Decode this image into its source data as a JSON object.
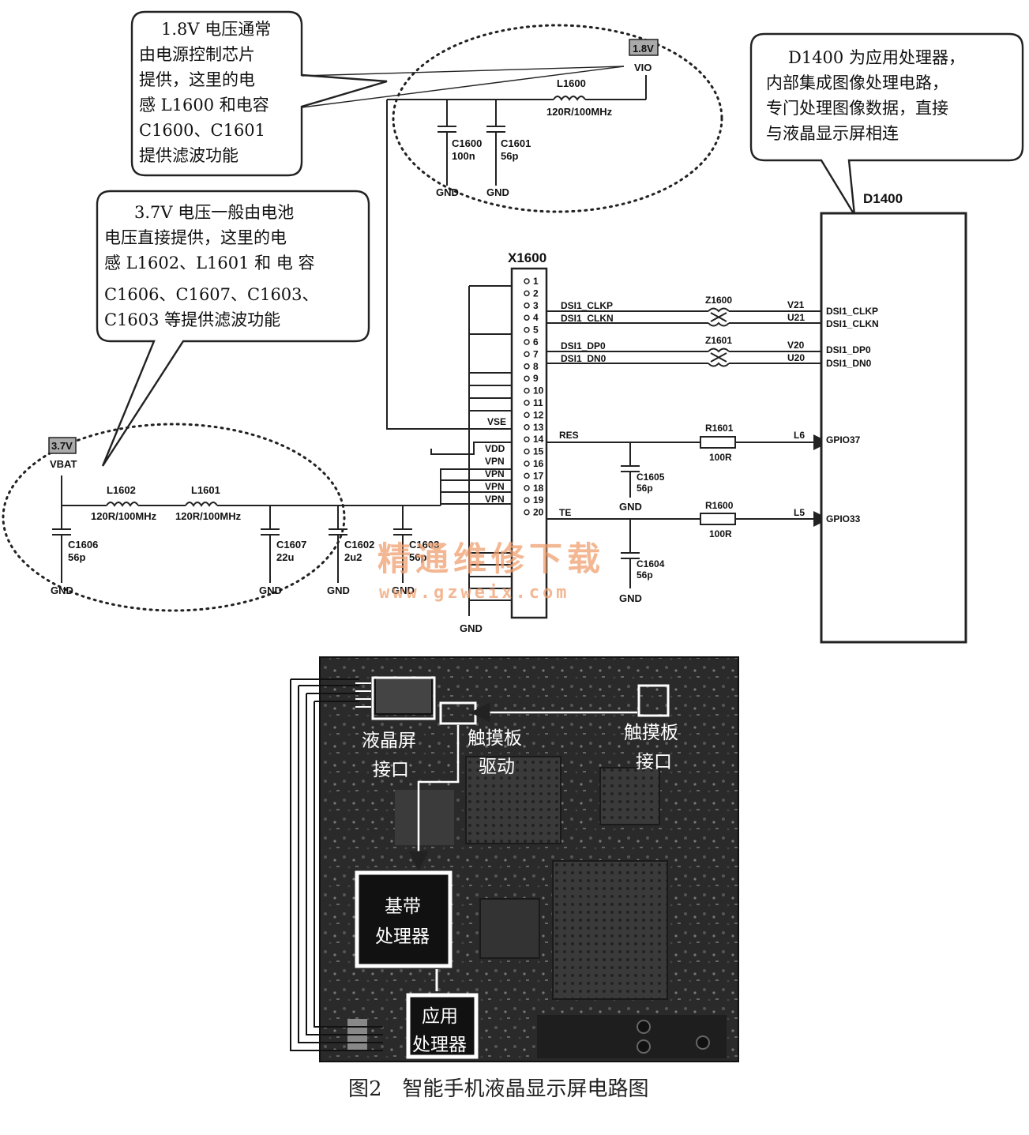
{
  "callouts": {
    "v18": [
      "1.8V 电压通常",
      "由电源控制芯片",
      "提供，这里的电",
      "感 L1600 和电容",
      "C1600、C1601",
      "提供滤波功能"
    ],
    "v37": [
      "3.7V 电压一般由电池",
      "电压直接提供，这里的电",
      "感 L1602、L1601 和 电 容",
      "C1606、C1607、C1603、",
      "C1603 等提供滤波功能"
    ],
    "d1400": [
      "D1400 为应用处理器，",
      "内部集成图像处理电路，",
      "专门处理图像数据，直接",
      "与液晶显示屏相连"
    ]
  },
  "vio": {
    "rail": "1.8V",
    "net": "VIO",
    "inductor": {
      "name": "L1600",
      "value": "120R/100MHz"
    },
    "caps": [
      {
        "name": "C1600",
        "value": "100n"
      },
      {
        "name": "C1601",
        "value": "56p"
      }
    ],
    "gnd": "GND"
  },
  "vbat": {
    "rail": "3.7V",
    "net": "VBAT",
    "inductors": [
      {
        "name": "L1602",
        "value": "120R/100MHz"
      },
      {
        "name": "L1601",
        "value": "120R/100MHz"
      }
    ],
    "caps": [
      {
        "name": "C1606",
        "value": "56p"
      },
      {
        "name": "C1607",
        "value": "22u"
      },
      {
        "name": "C1602",
        "value": "2u2"
      },
      {
        "name": "C1603",
        "value": "56p"
      }
    ],
    "gnd": "GND"
  },
  "connector": {
    "name": "X1600",
    "pins": [
      "1",
      "2",
      "3",
      "4",
      "5",
      "6",
      "7",
      "8",
      "9",
      "10",
      "11",
      "12",
      "13",
      "14",
      "15",
      "16",
      "17",
      "18",
      "19",
      "20"
    ],
    "left_labels": [
      "VSE",
      "VDD",
      "VPN",
      "VPN",
      "VPN",
      "VPN"
    ],
    "signals": [
      "DSI1_CLKP",
      "DSI1_CLKN",
      "DSI1_DP0",
      "DSI1_DN0",
      "RES",
      "TE"
    ],
    "gnd": "GND"
  },
  "filters": [
    "Z1600",
    "Z1601"
  ],
  "resistors": [
    {
      "name": "R1601",
      "value": "100R"
    },
    {
      "name": "R1600",
      "value": "100R"
    }
  ],
  "rc_caps": [
    {
      "name": "C1605",
      "value": "56p"
    },
    {
      "name": "C1604",
      "value": "56p"
    }
  ],
  "gnd": "GND",
  "d1400": {
    "name": "D1400",
    "balls": [
      "V21",
      "U21",
      "V20",
      "U20",
      "L6",
      "L5"
    ],
    "pins": [
      "DSI1_CLKP",
      "DSI1_CLKN",
      "DSI1_DP0",
      "DSI1_DN0",
      "GPIO37",
      "GPIO33"
    ]
  },
  "photo_labels": {
    "lcd": [
      "液晶屏",
      "接口"
    ],
    "touch_driver": [
      "触摸板",
      "驱动"
    ],
    "touch_port": [
      "触摸板",
      "接口"
    ],
    "baseband": [
      "基带",
      "处理器"
    ],
    "app": [
      "应用",
      "处理器"
    ]
  },
  "watermark": {
    "cn": "精通维修下载",
    "url": "www.gzweix.com"
  },
  "caption": "图2　智能手机液晶显示屏电路图"
}
